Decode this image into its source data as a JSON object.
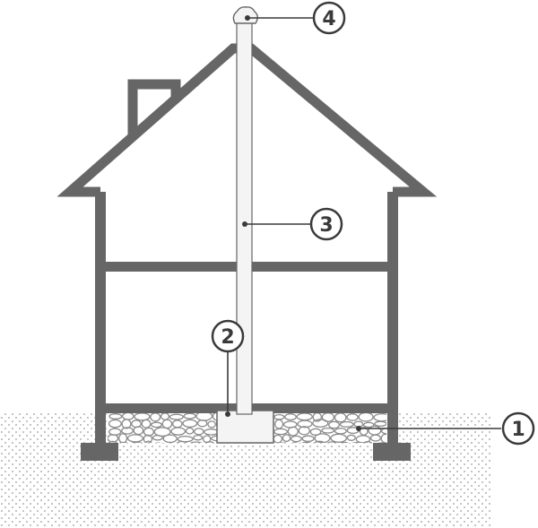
{
  "diagram": {
    "type": "house-cross-section",
    "colors": {
      "wall": "#666666",
      "soil_dots": "#9a9a9a",
      "gravel": "#8a8a8a",
      "pipe_fill": "#f4f4f4",
      "callout": "#3a3a3a"
    },
    "callouts": [
      {
        "id": 1,
        "label": "1"
      },
      {
        "id": 2,
        "label": "2"
      },
      {
        "id": 3,
        "label": "3"
      },
      {
        "id": 4,
        "label": "4"
      }
    ]
  }
}
